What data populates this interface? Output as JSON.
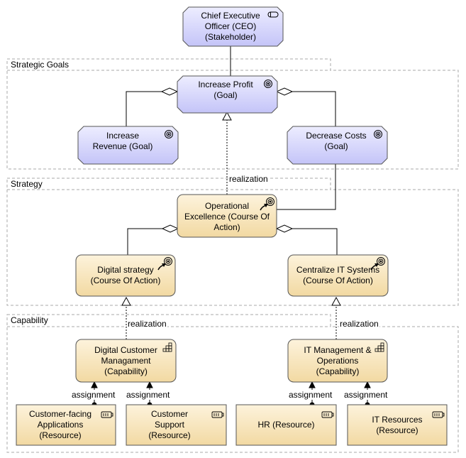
{
  "groups": {
    "strategic_goals": "Strategic Goals",
    "strategy": "Strategy",
    "capability": "Capability"
  },
  "nodes": {
    "ceo": "Chief Executive\nOfficer (CEO)\n(Stakeholder)",
    "increase_profit": "Increase Profit\n(Goal)",
    "increase_revenue": "Increase\nRevenue  (Goal)",
    "decrease_costs": "Decrease Costs\n(Goal)",
    "operational_excellence": "Operational\nExcellence (Course Of\nAction)",
    "digital_strategy": "Digital strategy\n(Course Of Action)",
    "centralize_it": "Centralize IT Systems\n(Course Of Action)",
    "digital_customer": "Digital Customer\nManagament\n(Capability)",
    "it_management": "IT Management &\nOperations\n(Capability)",
    "customer_facing": "Customer-facing\nApplications\n(Resource)",
    "customer_support": "Customer\nSupport\n(Resource)",
    "hr": "HR  (Resource)",
    "it_resources": "IT Resources\n(Resource)"
  },
  "relations": {
    "realization_1": "realization",
    "realization_2": "realization",
    "realization_3": "realization",
    "assignment_1": "assignment",
    "assignment_2": "assignment",
    "assignment_3": "assignment",
    "assignment_4": "assignment"
  },
  "colors": {
    "motivation_fill": "#ccccff",
    "strategy_fill": "#f5deaa",
    "resource_fill": "#f5deaa",
    "border": "#555555",
    "group_border": "#aaaaaa"
  },
  "icons": {
    "stakeholder": "stakeholder-icon",
    "goal": "goal-icon",
    "course_of_action": "course-of-action-icon",
    "capability": "capability-icon",
    "resource": "resource-icon"
  }
}
